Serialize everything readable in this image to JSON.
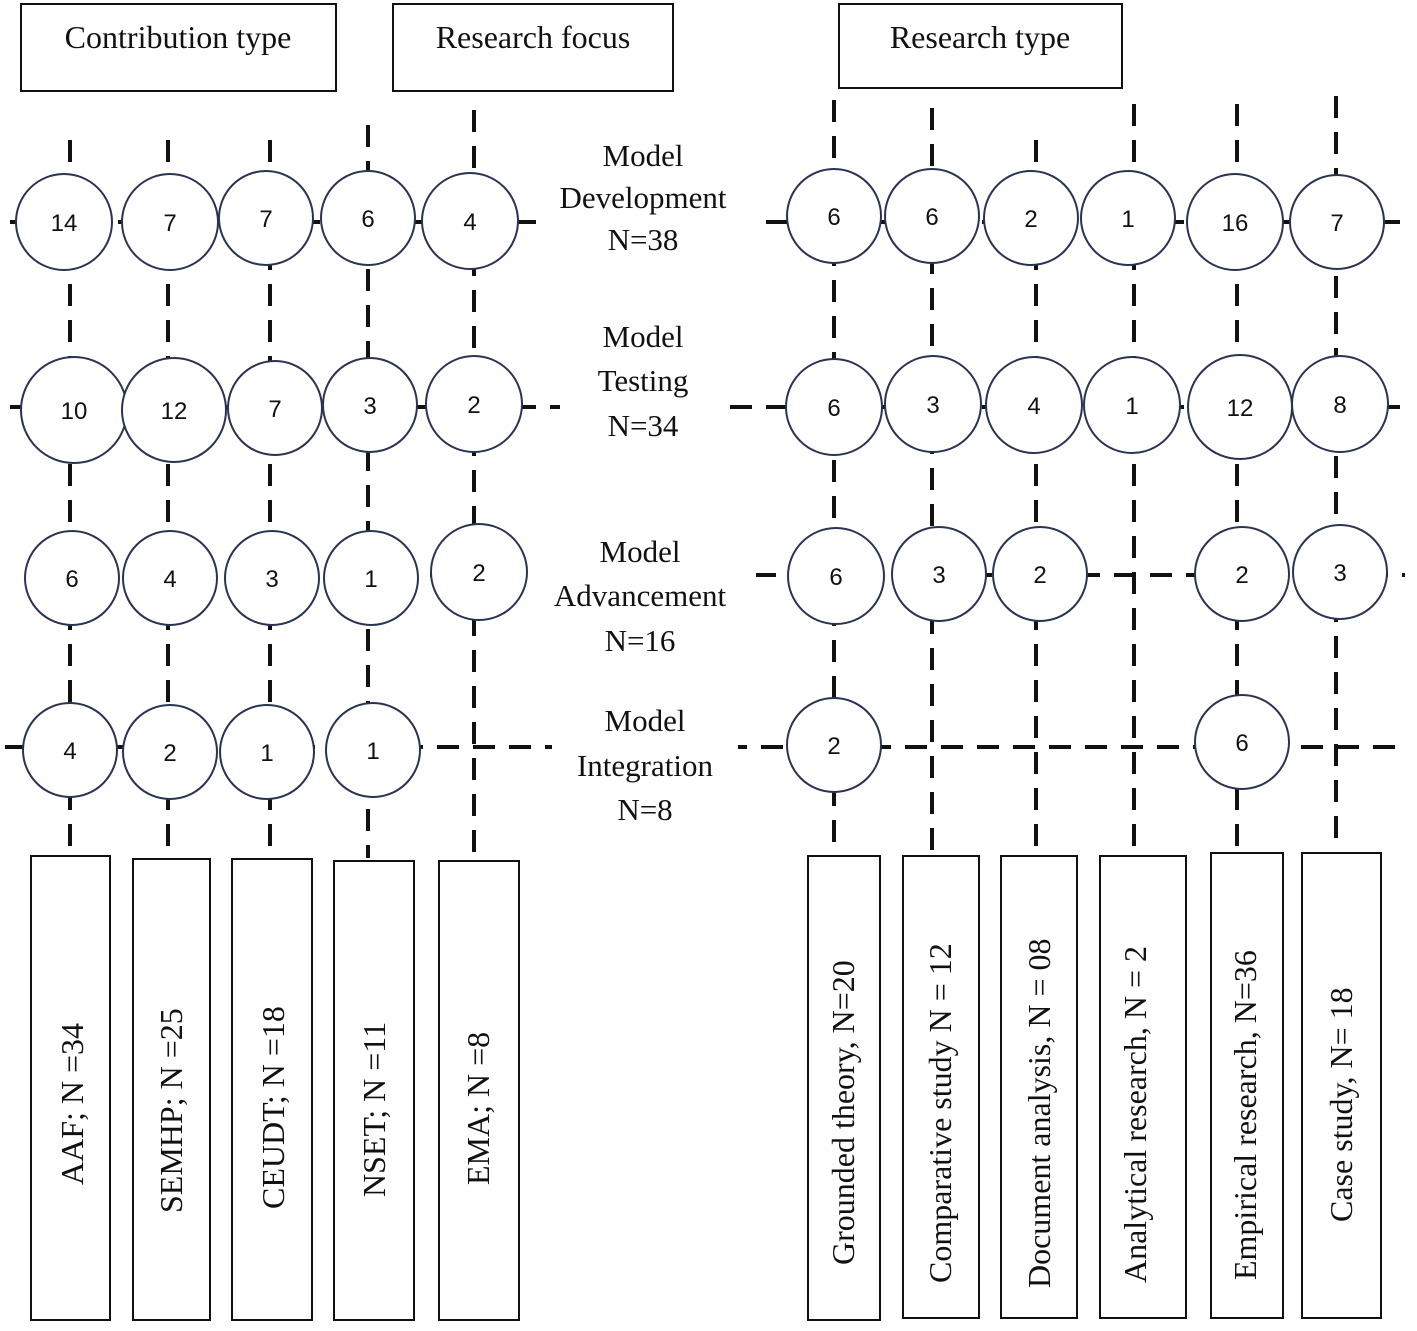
{
  "headers": {
    "contribution_type": "Contribution type",
    "research_focus": "Research focus",
    "research_type": "Research type"
  },
  "rows": [
    {
      "label_line1": "Model",
      "label_line2": "Development",
      "label_n": "N=38",
      "left": [
        "14",
        "7",
        "7",
        "6",
        "4"
      ],
      "right": [
        "6",
        "6",
        "2",
        "1",
        "16",
        "7"
      ]
    },
    {
      "label_line1": "Model",
      "label_line2": "Testing",
      "label_n": "N=34",
      "left": [
        "10",
        "12",
        "7",
        "3",
        "2"
      ],
      "right": [
        "6",
        "3",
        "4",
        "1",
        "12",
        "8"
      ]
    },
    {
      "label_line1": "Model",
      "label_line2": "Advancement",
      "label_n": "N=16",
      "left": [
        "6",
        "4",
        "3",
        "1",
        "2"
      ],
      "right": [
        "6",
        "3",
        "2",
        null,
        "2",
        "3"
      ]
    },
    {
      "label_line1": "Model",
      "label_line2": "Integration",
      "label_n": "N=8",
      "left": [
        "4",
        "2",
        "1",
        "1",
        null
      ],
      "right": [
        "2",
        null,
        null,
        null,
        "6",
        null
      ]
    }
  ],
  "contribution_boxes": [
    "AAF; N =34",
    "SEMHP; N =25",
    "CEUDT; N =18",
    "NSET; N =11",
    "EMA; N =8"
  ],
  "research_boxes": [
    "Grounded theory, N=20",
    "Comparative study N = 12",
    "Document analysis, N = 08",
    "Analytical research, N = 2",
    "Empirical research, N=36",
    "Case study, N= 18"
  ]
}
